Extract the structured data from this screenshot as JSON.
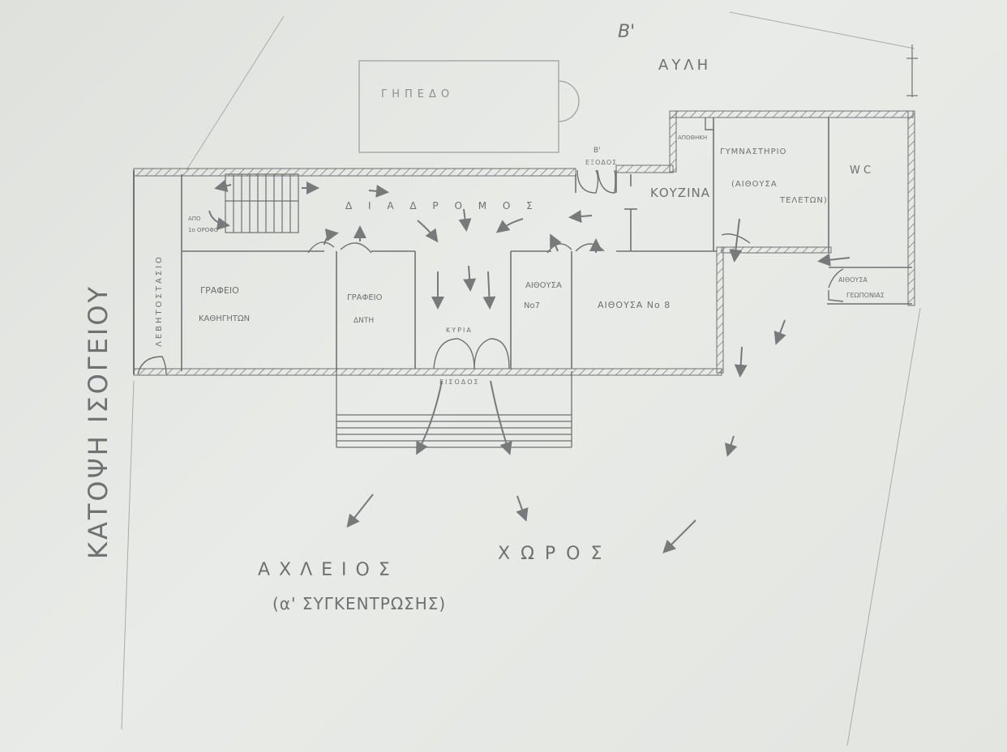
{
  "sheet_title": "ΚΑΤΟΨΗ ΙΣΟΓΕΙΟΥ",
  "top": {
    "wing_label": "Β'",
    "yard_label": "ΑΥΛΗ",
    "field_label": "ΓΗΠΕΔΟ"
  },
  "rooms": {
    "storage": "ΑΠΟΘΗΚΗ",
    "gym_line1": "ΓΥΜΝΑΣΤΗΡΙΟ",
    "gym_line2": "(ΑΙΘΟΥΣΑ",
    "gym_line3": "ΤΕΛΕΤΩΝ)",
    "wc": "W C",
    "kitchen": "ΚΟΥΖΙΝΑ",
    "corridor": "Δ Ι Α Δ Ρ Ο Μ Ο Σ",
    "second_exit_line1": "Β'",
    "second_exit_line2": "ΕΞΟΔΟΣ",
    "toilet_room": "ΛΕΒΗΤΟΣΤΑΣΙΟ",
    "stairs_from_floor_line1": "ΑΠΟ",
    "stairs_from_floor_line2": "1ο ΟΡΟΦΟ",
    "teachers_office_line1": "ΓΡΑΦΕΙΟ",
    "teachers_office_line2": "ΚΑΘΗΓΗΤΩΝ",
    "director_office_line1": "ΓΡΑΦΕΙΟ",
    "director_office_line2": "ΔΝΤΗ",
    "classroom7_line1": "ΑΙΘΟΥΣΑ",
    "classroom7_line2": "Νο7",
    "classroom8": "ΑΙΘΟΥΣΑ Νο 8",
    "agri_room_line1": "ΑΙΘΟΥΣΑ",
    "agri_room_line2": "ΓΕΩΠΟΝΙΑΣ",
    "main_entrance_line1": "ΚΥΡΙΑ",
    "main_entrance_line2": "ΕΙΣΟΔΟΣ"
  },
  "outside": {
    "open_space_line1": "Α Χ Λ Ε Ι Ο Σ",
    "open_space_word2": "Χ Ω Ρ Ο Σ",
    "assembly_point": "(α' ΣΥΓΚΕΝΤΡΩΣΗΣ)"
  },
  "colors": {
    "paper": "#e4e6e3",
    "pencil": "#6e7072",
    "pencil_light": "#8d8f91"
  }
}
